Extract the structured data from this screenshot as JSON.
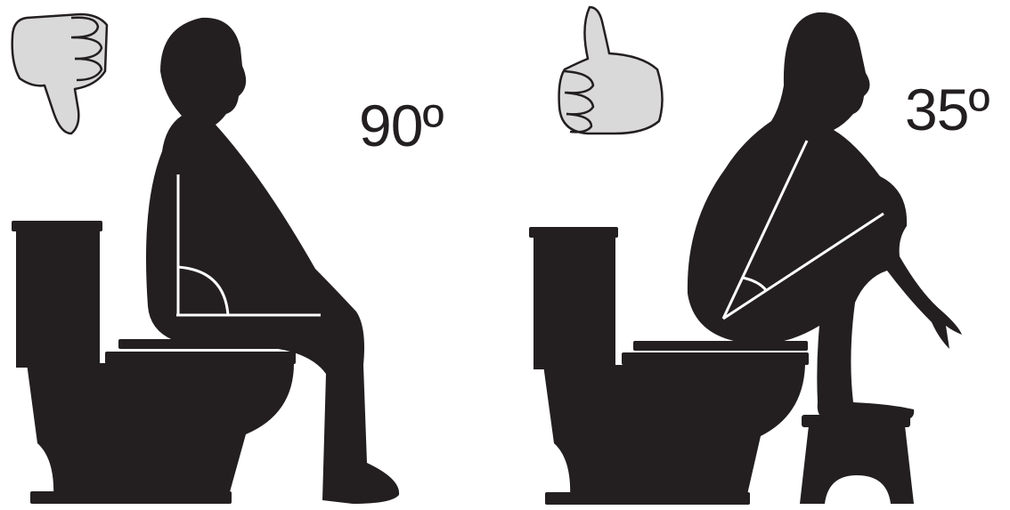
{
  "panels": [
    {
      "id": "sitting",
      "angle_label": "90º",
      "verdict": "thumbs-down-icon"
    },
    {
      "id": "squatting",
      "angle_label": "35º",
      "verdict": "thumbs-up-icon"
    }
  ],
  "colors": {
    "silhouette": "#231f20",
    "thumb_fill": "#d9d9d9",
    "angle_lines": "#ffffff",
    "background": "#ffffff"
  }
}
